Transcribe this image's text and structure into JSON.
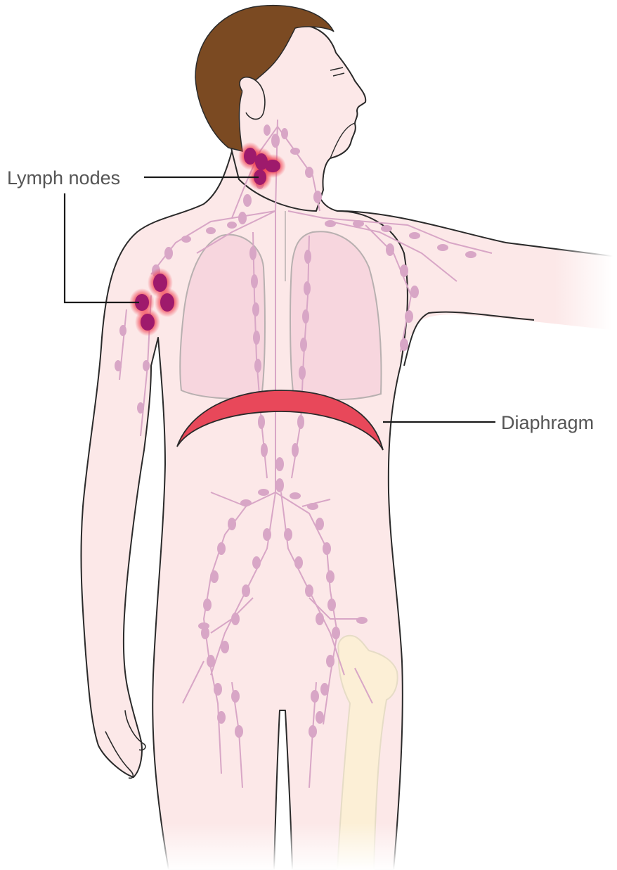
{
  "labels": {
    "lymph_nodes": "Lymph nodes",
    "diaphragm": "Diaphragm"
  },
  "colors": {
    "background": "#ffffff",
    "skin": "#fce8e8",
    "skin_outline": "#2a2a2a",
    "hair": "#7b4a22",
    "lung_fill": "#f7d6de",
    "lung_outline": "#b8b0b0",
    "lymph_vessel": "#d8a6c6",
    "lymph_node": "#d8a6c6",
    "swollen_node": "#9e1a6c",
    "swollen_glow": "#f03a4a",
    "diaphragm": "#e8485a",
    "bone": "#fcefd6",
    "leader_line": "#1a1a1a",
    "label_text": "#555555"
  },
  "icons": [
    "human-body-figure",
    "lymph-node-icon",
    "lung-icon",
    "femur-bone-icon"
  ]
}
